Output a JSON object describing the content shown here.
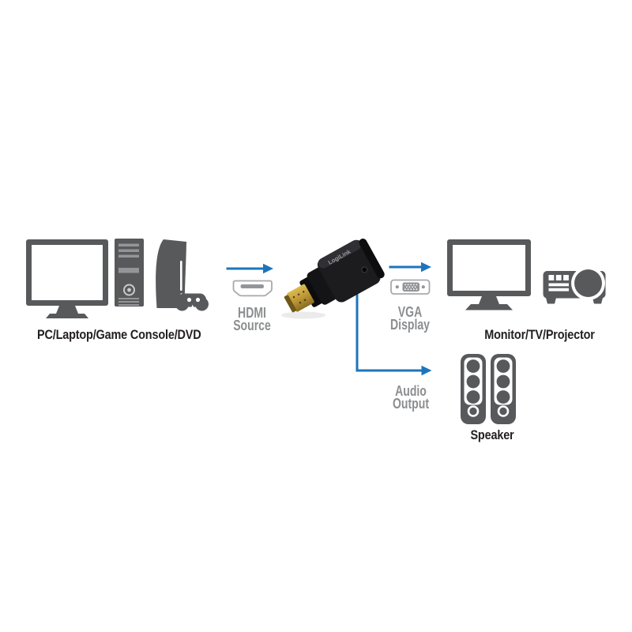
{
  "labels": {
    "source_devices": "PC/Laptop/Game Console/DVD",
    "hdmi_source": "HDMI\nSource",
    "vga_display": "VGA\nDisplay",
    "audio_output": "Audio\nOutput",
    "display_devices": "Monitor/TV/Projector",
    "speaker": "Speaker"
  },
  "adapter": {
    "brand": "LogiLink"
  },
  "colors": {
    "icon_dark": "#58595b",
    "icon_mid": "#939598",
    "outline_gray": "#a7a9ac",
    "label_gray": "#8c8e90",
    "label_black": "#231f20",
    "arrow_blue": "#1c75bc",
    "gold_light": "#d9b84a",
    "gold_dark": "#9c7a22"
  }
}
